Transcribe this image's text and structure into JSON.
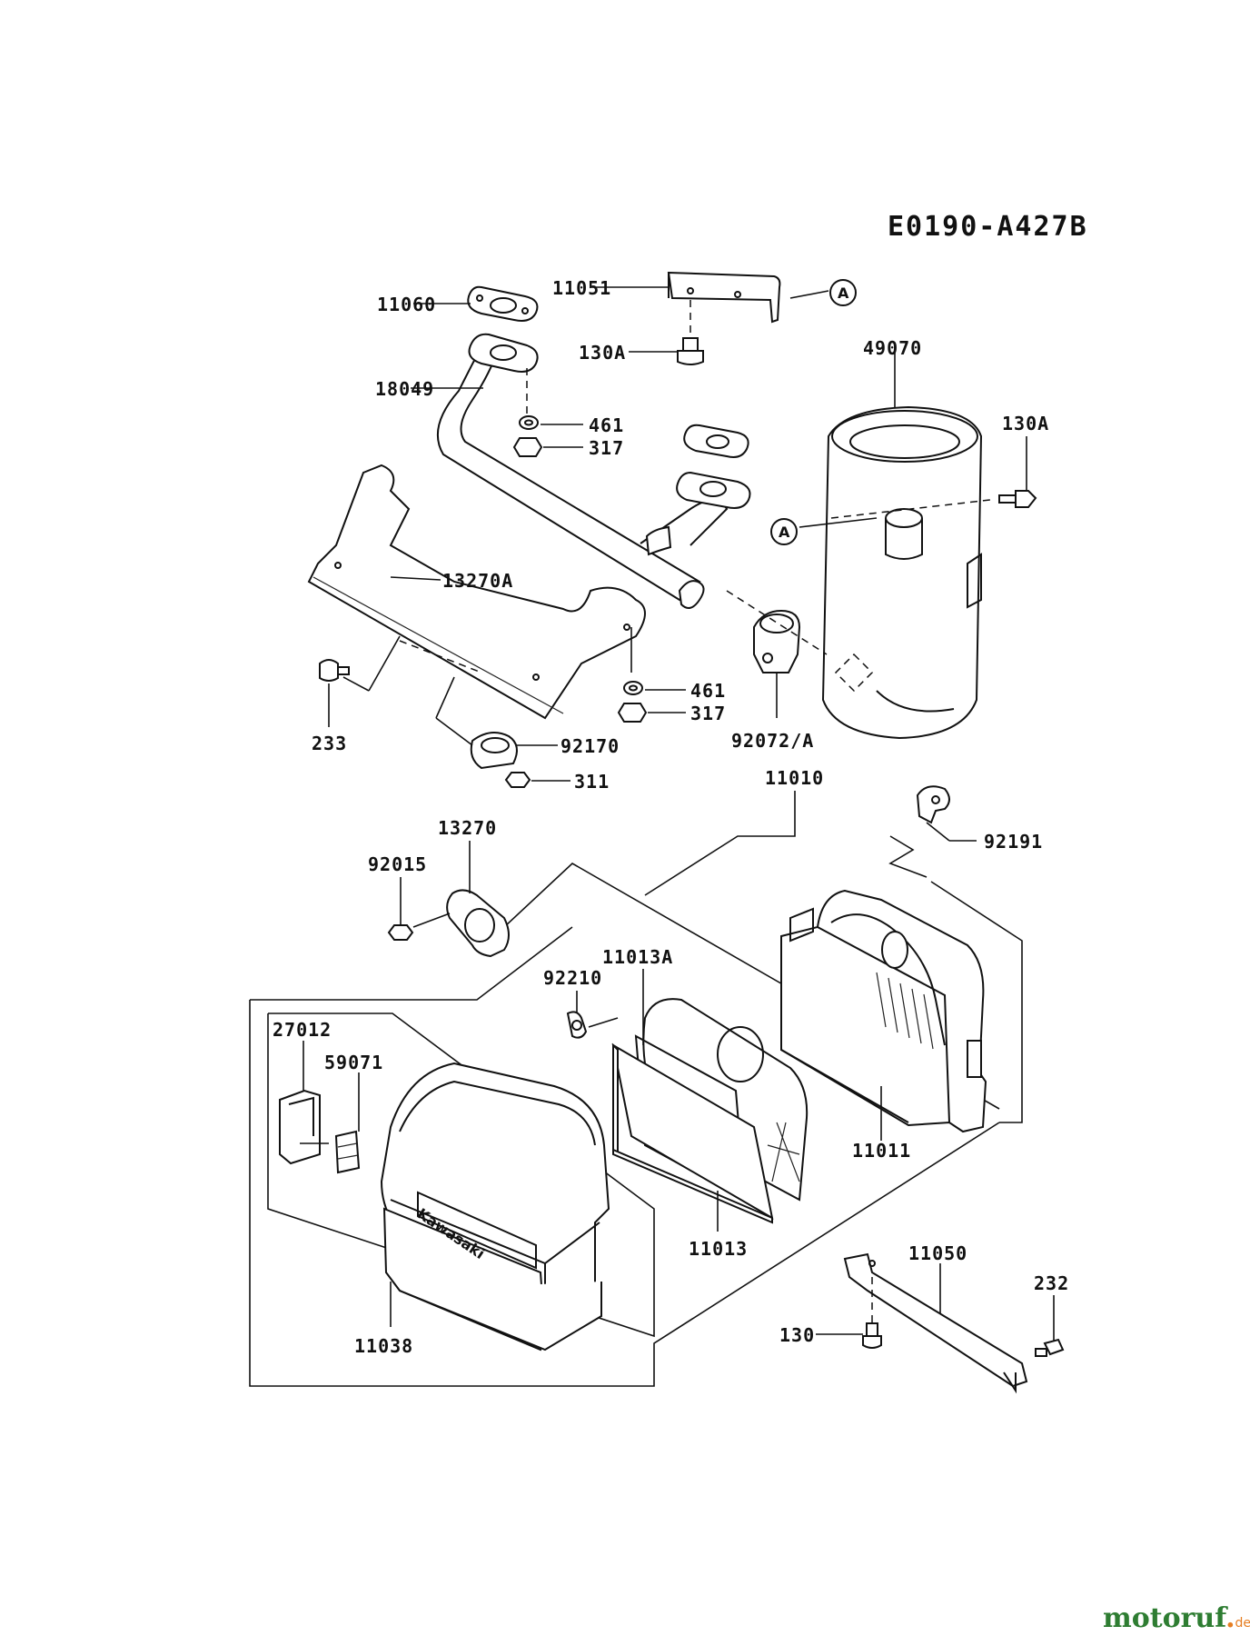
{
  "diagram_ref": "E0190-A427B",
  "callout": "A",
  "watermark": {
    "main": "motoruf",
    "dot": ".",
    "tld": "de"
  },
  "brand_on_cover": "Kawasaki",
  "parts": {
    "p11060": "11060",
    "p11051": "11051",
    "p130A_top": "130A",
    "p49070": "49070",
    "p18049": "18049",
    "p461_top": "461",
    "p317_top": "317",
    "p130A_right": "130A",
    "p13270A": "13270A",
    "p461_bottom": "461",
    "p317_bottom": "317",
    "p92072A": "92072/A",
    "p233": "233",
    "p92170": "92170",
    "p311": "311",
    "p11010": "11010",
    "p92191": "92191",
    "p13270": "13270",
    "p92015": "92015",
    "p11013A": "11013A",
    "p92210": "92210",
    "p27012": "27012",
    "p59071": "59071",
    "p11011": "11011",
    "p11013": "11013",
    "p11050": "11050",
    "p232": "232",
    "p130": "130",
    "p11038": "11038"
  }
}
